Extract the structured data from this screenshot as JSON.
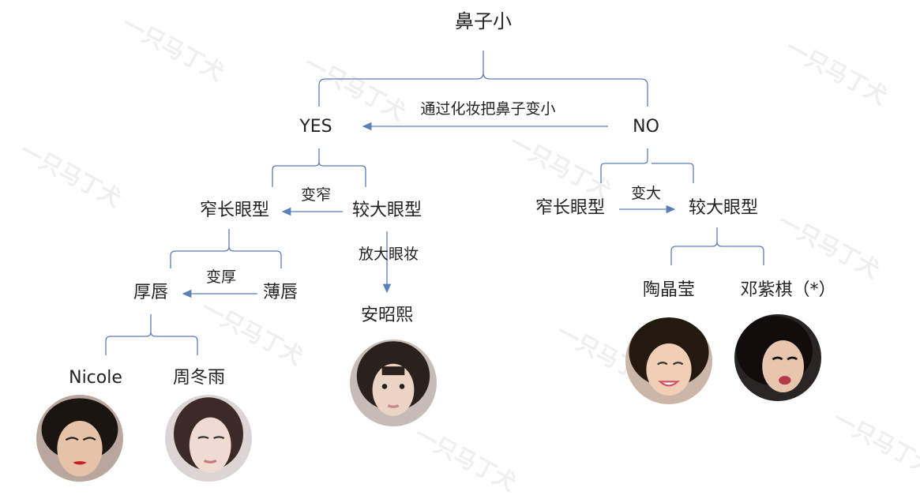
{
  "watermark": "一只马丁犬",
  "root": {
    "label": "鼻子小"
  },
  "arrows": {
    "no_to_yes": "通过化妆把鼻子变小",
    "narrow_yes": "变窄",
    "enlarge_no": "变大",
    "thicken": "变厚",
    "enlarge_makeup": "放大眼妆"
  },
  "yes": {
    "label": "YES",
    "narrow_eyes": "窄长眼型",
    "big_eyes": "较大眼型",
    "thick_lips": "厚唇",
    "thin_lips": "薄唇",
    "celeb_nicole": "Nicole",
    "celeb_zhou": "周冬雨",
    "celeb_an": "安昭熙"
  },
  "no": {
    "label": "NO",
    "narrow_eyes": "窄长眼型",
    "big_eyes": "较大眼型",
    "celeb_tao": "陶晶莹",
    "celeb_deng": "邓紫棋（*）"
  },
  "colors": {
    "line": "#5b7fb8",
    "text": "#222222"
  }
}
